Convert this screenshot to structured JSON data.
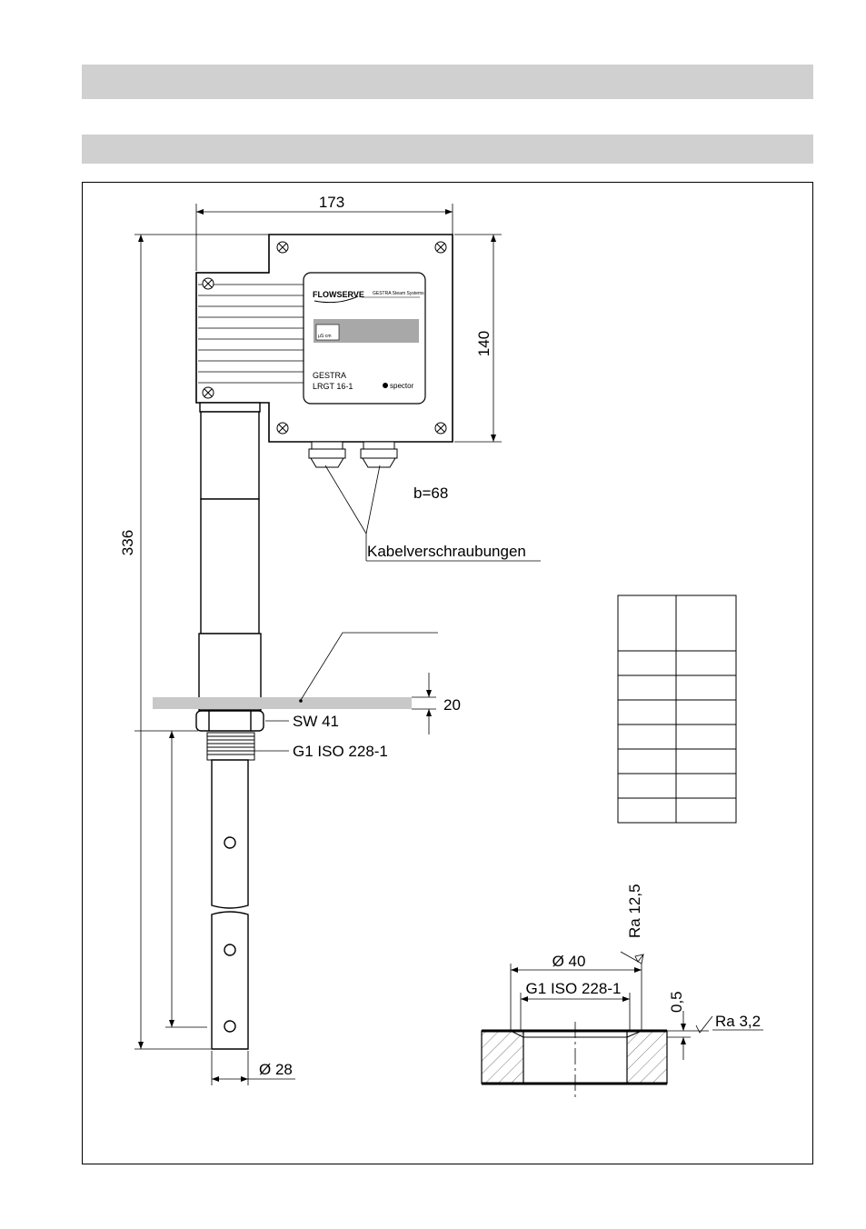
{
  "dimensions": {
    "width": "173",
    "height": "336",
    "box_height": "140",
    "depth": "b=68",
    "plate": "20",
    "wrench": "SW 41",
    "thread": "G1 ISO 228-1",
    "diameter": "Ø 28",
    "bore_diameter": "Ø 40",
    "bore_thread": "G1 ISO 228-1",
    "chamfer": "0,5",
    "roughness_top": "Ra 12,5",
    "roughness_side": "Ra 3,2"
  },
  "labels": {
    "cable_glands": "Kabelverschraubungen",
    "brand": "FLOWSERVE",
    "brand_sub": "GESTRA Steam Systems",
    "product_line1": "GESTRA",
    "product_line2": "LRGT 16-1",
    "display_unit": "μS·cm",
    "spector": "spector"
  },
  "table": {
    "rows": 8,
    "cols": 2
  }
}
